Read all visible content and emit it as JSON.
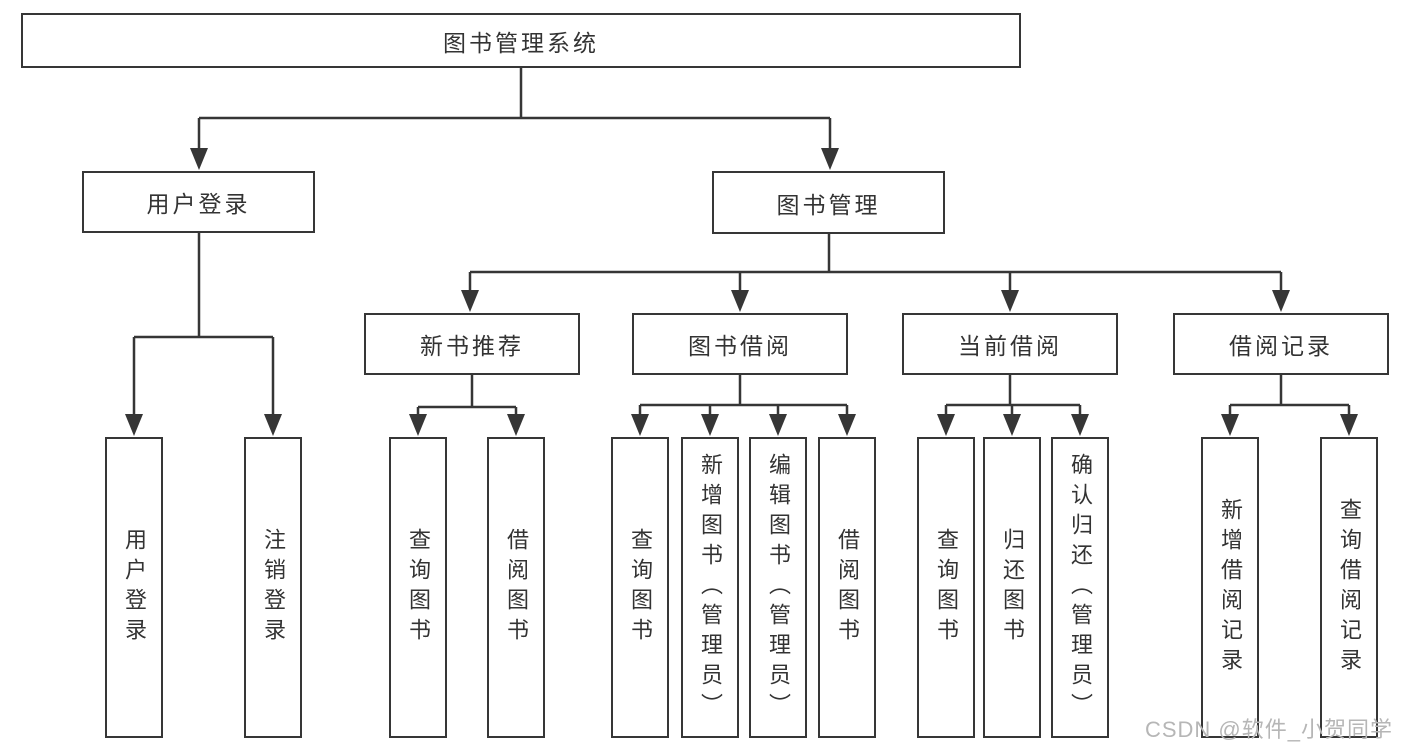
{
  "diagram": {
    "root": {
      "label": "图书管理系统"
    },
    "level2": [
      {
        "label": "用户登录"
      },
      {
        "label": "图书管理"
      }
    ],
    "level3": [
      {
        "label": "新书推荐",
        "parent": "图书管理"
      },
      {
        "label": "图书借阅",
        "parent": "图书管理"
      },
      {
        "label": "当前借阅",
        "parent": "图书管理"
      },
      {
        "label": "借阅记录",
        "parent": "图书管理"
      }
    ],
    "level4": [
      {
        "label": "用户登录",
        "parent": "用户登录"
      },
      {
        "label": "注销登录",
        "parent": "用户登录"
      },
      {
        "label": "查询图书",
        "parent": "新书推荐"
      },
      {
        "label": "借阅图书",
        "parent": "新书推荐"
      },
      {
        "label": "查询图书",
        "parent": "图书借阅"
      },
      {
        "label": "新增图书（管理员）",
        "parent": "图书借阅"
      },
      {
        "label": "编辑图书（管理员）",
        "parent": "图书借阅"
      },
      {
        "label": "借阅图书",
        "parent": "图书借阅"
      },
      {
        "label": "查询图书",
        "parent": "当前借阅"
      },
      {
        "label": "归还图书",
        "parent": "当前借阅"
      },
      {
        "label": "确认归还（管理员）",
        "parent": "当前借阅"
      },
      {
        "label": "新增借阅记录",
        "parent": "借阅记录"
      },
      {
        "label": "查询借阅记录",
        "parent": "借阅记录"
      }
    ]
  },
  "watermark": {
    "text": "CSDN @软件_小贺同学",
    "color": "#b6b6b6"
  },
  "colors": {
    "line": "#363636",
    "text": "#333333",
    "background": "#ffffff"
  }
}
